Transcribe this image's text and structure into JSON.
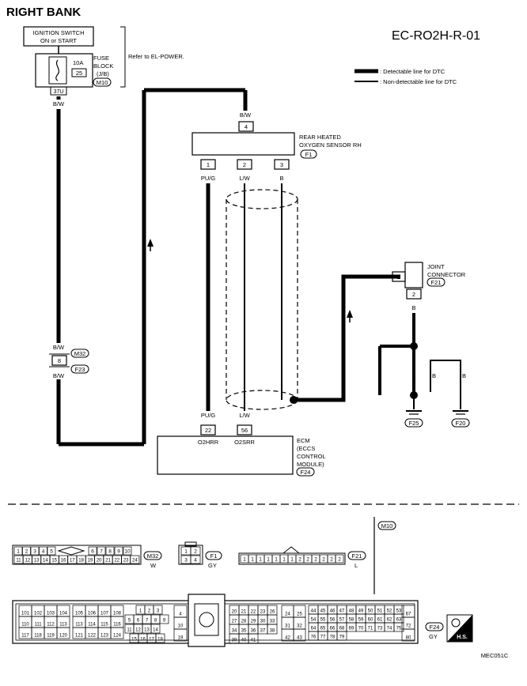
{
  "header": {
    "title": "RIGHT BANK",
    "diagram_code": "EC-RO2H-R-01"
  },
  "legend": {
    "detectable": ": Detectable line for DTC",
    "non_detectable": ": Non-detectable line for DTC"
  },
  "ignition": {
    "line1": "IGNITION SWITCH",
    "line2": "ON or START"
  },
  "fuse": {
    "amp": "10A",
    "number": "25",
    "label1": "FUSE",
    "label2": "BLOCK",
    "label3": "(J/B)",
    "conn": "M10",
    "ref": "Refer to EL-POWER.",
    "terminal": "37U"
  },
  "wires": {
    "bw_top": "B/W",
    "bw_sensor": "B/W",
    "bw_m32_top": "B/W",
    "bw_m32_bot": "B/W",
    "pug_top": "PU/G",
    "lw_top": "L/W",
    "b_top": "B",
    "pug_bot": "PU/G",
    "lw_bot": "L/W",
    "b_jc": "B",
    "b_ground1": "B",
    "b_ground2": "B",
    "b_ground3": "B"
  },
  "sensor": {
    "line1": "REAR HEATED",
    "line2": "OXYGEN SENSOR RH",
    "conn": "F1",
    "pin_top": "4",
    "pin1": "1",
    "pin2": "2",
    "pin3": "3"
  },
  "joint": {
    "line1": "JOINT",
    "line2": "CONNECTOR",
    "conn": "F21",
    "pin_a": "2",
    "pin_b": "2"
  },
  "m32": {
    "conn": "M32",
    "pin": "8",
    "conn2": "F23"
  },
  "grounds": {
    "g1": "F25",
    "g2": "F20"
  },
  "ecm": {
    "pin22": "22",
    "pin56": "56",
    "sig1": "O2HRR",
    "sig2": "O2SRR",
    "line1": "ECM",
    "line2": "(ECCS",
    "line3": "CONTROL",
    "line4": "MODULE)",
    "conn": "F24"
  },
  "connector_views": {
    "m10": "M10",
    "m32": {
      "row1": [
        "1",
        "2",
        "3",
        "4",
        "5",
        "6",
        "7",
        "8",
        "9",
        "10"
      ],
      "row2": [
        "11",
        "12",
        "13",
        "14",
        "15",
        "16",
        "17",
        "18",
        "19",
        "20",
        "21",
        "22",
        "23",
        "24"
      ],
      "id": "M32",
      "color": "W"
    },
    "f1": {
      "pins": [
        "1",
        "2",
        "3",
        "4"
      ],
      "id": "F1",
      "color": "GY"
    },
    "f21": {
      "pins": [
        "1",
        "1",
        "1",
        "1",
        "1",
        "1",
        "1",
        "2",
        "2",
        "2",
        "2",
        "2",
        "2"
      ],
      "id": "F21",
      "color": "L"
    },
    "f24": {
      "id": "F24",
      "color": "GY",
      "g1": [
        "101",
        "102",
        "103",
        "104",
        "110",
        "111",
        "112",
        "113",
        "117",
        "118",
        "119",
        "120"
      ],
      "g2": [
        "105",
        "106",
        "107",
        "108",
        "113",
        "114",
        "115",
        "116",
        "121",
        "122",
        "123",
        "124"
      ],
      "g3": [
        "1",
        "2",
        "3",
        "5",
        "6",
        "7",
        "8",
        "9",
        "11",
        "12",
        "13",
        "14",
        "15",
        "16",
        "17",
        "18"
      ],
      "g4": [
        "4",
        "10",
        "19"
      ],
      "g5": [
        "20",
        "21",
        "22",
        "23",
        "26",
        "27",
        "28",
        "29",
        "30",
        "33",
        "34",
        "35",
        "36",
        "37",
        "38",
        "39",
        "40",
        "41"
      ],
      "g6": [
        "24",
        "25",
        "31",
        "32",
        "42",
        "43"
      ],
      "g7": [
        "44",
        "45",
        "46",
        "47",
        "48",
        "49",
        "50",
        "51",
        "52",
        "53",
        "54",
        "55",
        "56",
        "57",
        "58",
        "59",
        "60",
        "61",
        "62",
        "63",
        "64",
        "65",
        "66",
        "68",
        "69",
        "70",
        "71",
        "73",
        "74",
        "75",
        "76",
        "77",
        "78",
        "79"
      ],
      "g8": [
        "67",
        "72",
        "80"
      ]
    }
  },
  "footer": {
    "hs": "H.S.",
    "code": "MEC051C"
  }
}
